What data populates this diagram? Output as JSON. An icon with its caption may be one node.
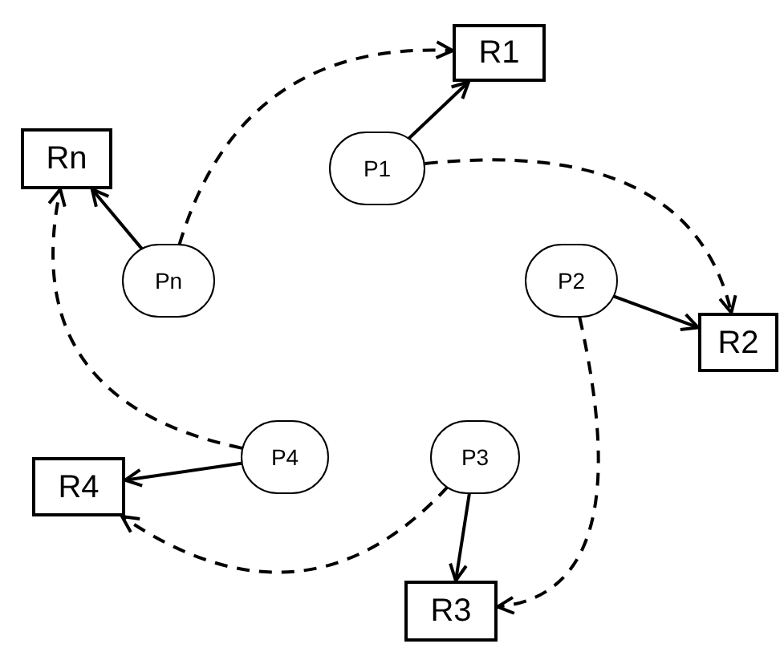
{
  "diagram": {
    "nodes": [
      {
        "text": [
          "R1"
        ]
      },
      {
        "text": [
          "Rn"
        ]
      },
      {
        "text": [
          "P1"
        ]
      },
      {
        "text": [
          "Pn"
        ]
      },
      {
        "text": [
          "P2"
        ]
      },
      {
        "text": [
          "R2"
        ]
      },
      {
        "text": [
          "P4"
        ]
      },
      {
        "text": [
          "P3"
        ]
      },
      {
        "text": [
          "R4"
        ]
      },
      {
        "text": [
          "R3"
        ]
      }
    ],
    "edges": [
      {
        "from": 2,
        "to": 0,
        "arrow": "to"
      },
      {
        "from": 3,
        "to": 1,
        "arrow": "to"
      },
      {
        "from": 4,
        "to": 5,
        "arrow": "to"
      },
      {
        "from": 6,
        "to": 8,
        "arrow": "to"
      },
      {
        "from": 7,
        "to": 9,
        "arrow": "to"
      },
      {
        "from": 3,
        "to": 0,
        "arrow": "to",
        "style": "dashed"
      },
      {
        "from": 2,
        "to": 5,
        "arrow": "to",
        "style": "dashed"
      },
      {
        "from": 4,
        "to": 9,
        "arrow": "to",
        "style": "dashed"
      },
      {
        "from": 7,
        "to": 8,
        "arrow": "to",
        "style": "dashed"
      },
      {
        "from": 6,
        "to": 1,
        "arrow": "to",
        "style": "dashed"
      }
    ]
  }
}
